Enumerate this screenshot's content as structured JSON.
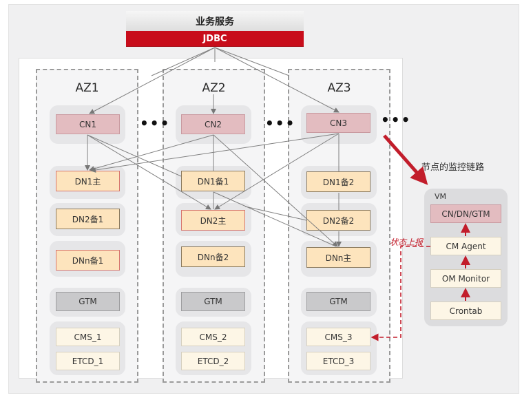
{
  "service": {
    "title": "业务服务",
    "interface": "JDBC"
  },
  "zones": [
    {
      "name": "AZ1",
      "cn": "CN1",
      "dns": [
        {
          "label": "DN1主",
          "role": "primary"
        },
        {
          "label": "DN2备1",
          "role": "standby"
        },
        {
          "label": "DNn备1",
          "role": "standby"
        }
      ],
      "gtm": "GTM",
      "cms": "CMS_1",
      "etcd": "ETCD_1"
    },
    {
      "name": "AZ2",
      "cn": "CN2",
      "dns": [
        {
          "label": "DN1备1",
          "role": "standby"
        },
        {
          "label": "DN2主",
          "role": "primary"
        },
        {
          "label": "DNn备2",
          "role": "standby"
        }
      ],
      "gtm": "GTM",
      "cms": "CMS_2",
      "etcd": "ETCD_2"
    },
    {
      "name": "AZ3",
      "cn": "CN3",
      "dns": [
        {
          "label": "DN1备2",
          "role": "standby"
        },
        {
          "label": "DN2备2",
          "role": "standby"
        },
        {
          "label": "DNn主",
          "role": "primary"
        }
      ],
      "gtm": "GTM",
      "cms": "CMS_3",
      "etcd": "ETCD_3"
    }
  ],
  "ellipsis": "•••",
  "monitoring": {
    "title": "节点的监控链路",
    "vm_label": "VM",
    "chain": [
      "CN/DN/GTM",
      "CM Agent",
      "OM Monitor",
      "Crontab"
    ],
    "status_report_label": "状态上报"
  },
  "colors": {
    "accent_red": "#c80d1b",
    "cn_fill": "#e3bcc0",
    "dn_fill": "#fde4bd",
    "gtm_fill": "#c9c9cb",
    "cms_fill": "#fdf6e6"
  }
}
